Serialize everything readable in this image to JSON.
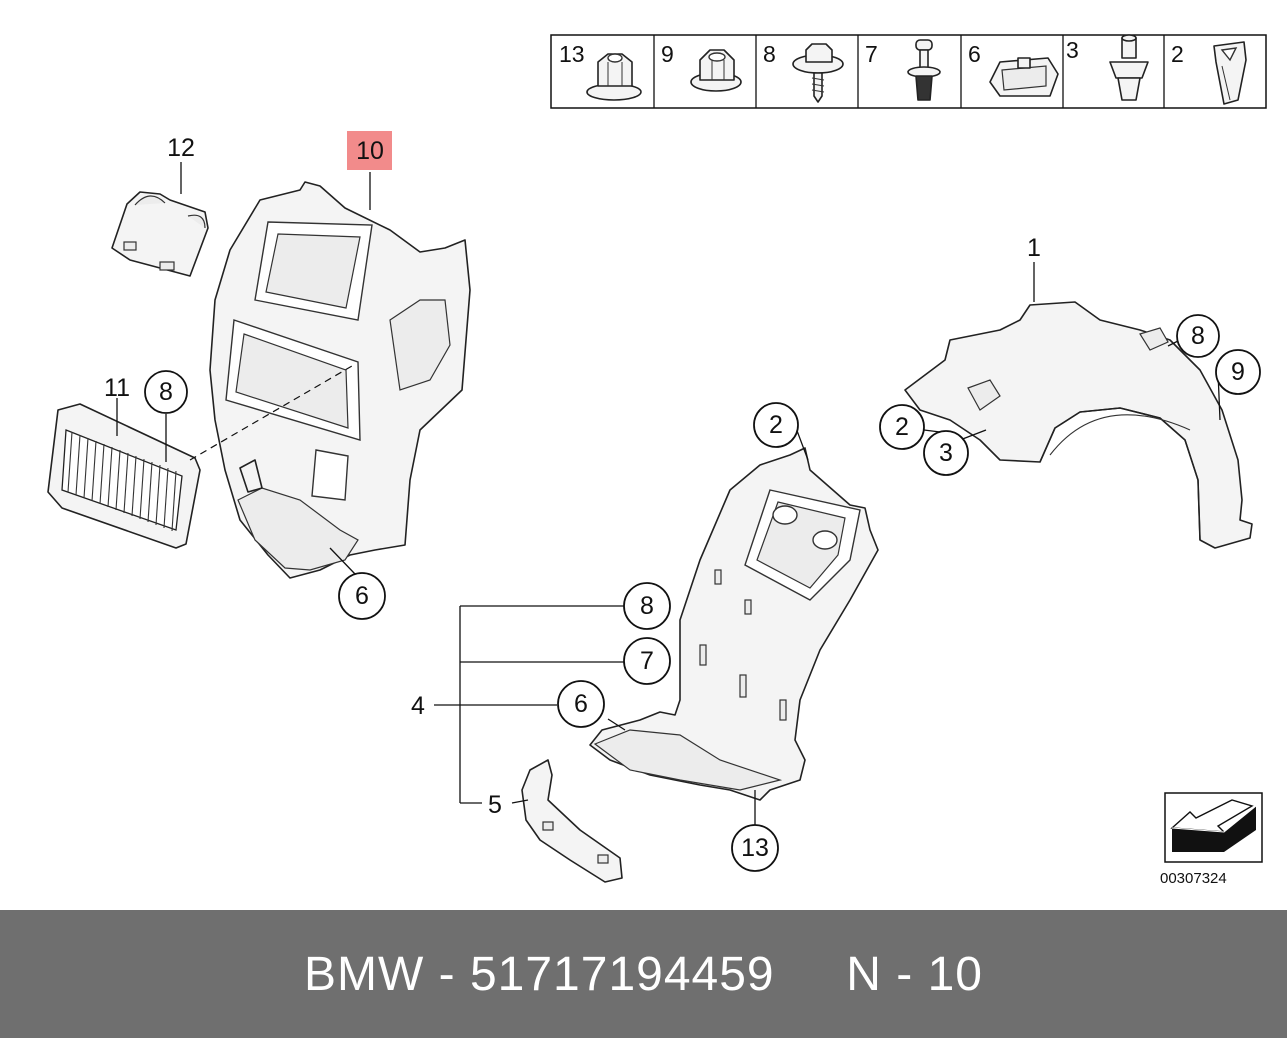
{
  "fasteners": [
    {
      "number": "13",
      "icon": "flange-nut-icon"
    },
    {
      "number": "9",
      "icon": "hex-nut-icon"
    },
    {
      "number": "8",
      "icon": "washer-screw-icon"
    },
    {
      "number": "7",
      "icon": "expanding-rivet-icon"
    },
    {
      "number": "6",
      "icon": "spring-clip-icon"
    },
    {
      "number": "3",
      "icon": "push-rivet-icon"
    },
    {
      "number": "2",
      "icon": "spreader-nut-icon"
    }
  ],
  "callouts": {
    "c1": "1",
    "c2a": "2",
    "c2b": "2",
    "c3": "3",
    "c4": "4",
    "c5": "5",
    "c6a": "6",
    "c6b": "6",
    "c7": "7",
    "c8a": "8",
    "c8b": "8",
    "c8c": "8",
    "c9": "9",
    "c10": "10",
    "c11": "11",
    "c12": "12",
    "c13": "13"
  },
  "highlight_color": "#f28b8b",
  "doc_number": "00307324",
  "footer": {
    "brand": "BMW",
    "part_number": "51717194459",
    "position": "N - 10",
    "text": "BMW - 51717194459     N - 10"
  }
}
